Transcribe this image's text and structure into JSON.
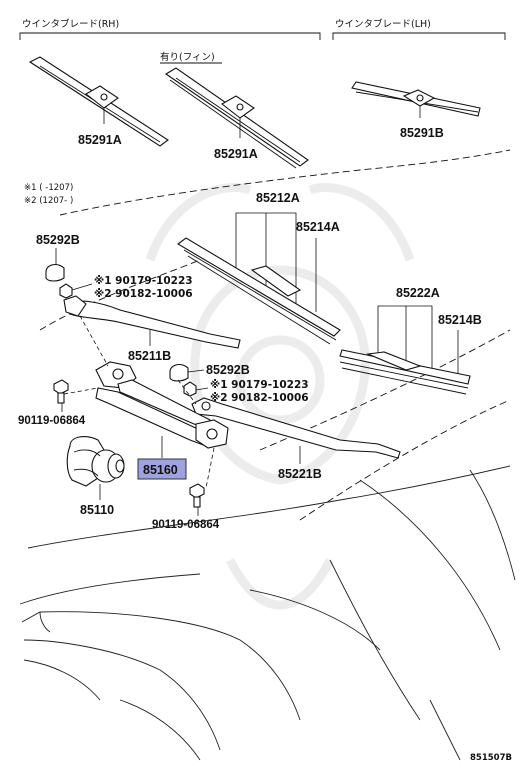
{
  "headers": {
    "rh": "ウインタブレード(RH)",
    "lh": "ウインタブレード(LH)",
    "fin_note": "有り(フィン)"
  },
  "notes": {
    "n1": "※1 (    -1207)",
    "n2": "※2 (1207-     )"
  },
  "labels": {
    "p85291A_left": "85291A",
    "p85291A_fin": "85291A",
    "p85291B": "85291B",
    "p85212A": "85212A",
    "p85214A": "85214A",
    "p85292B_top": "85292B",
    "n1_10223_top": "※1 90179-10223",
    "n2_10006_top": "※2 90182-10006",
    "p85222A": "85222A",
    "p85214B": "85214B",
    "p85211B": "85211B",
    "p85292B_mid": "85292B",
    "n1_10223_mid": "※1 90179-10223",
    "n2_10006_mid": "※2 90182-10006",
    "p90119_left": "90119-06864",
    "p85160": "85160",
    "p85221B": "85221B",
    "p85110": "85110",
    "p90119_bottom": "90119-06864"
  },
  "diagram_id": "851507B",
  "colors": {
    "highlight": "#9fa2e0",
    "line": "#111111"
  }
}
